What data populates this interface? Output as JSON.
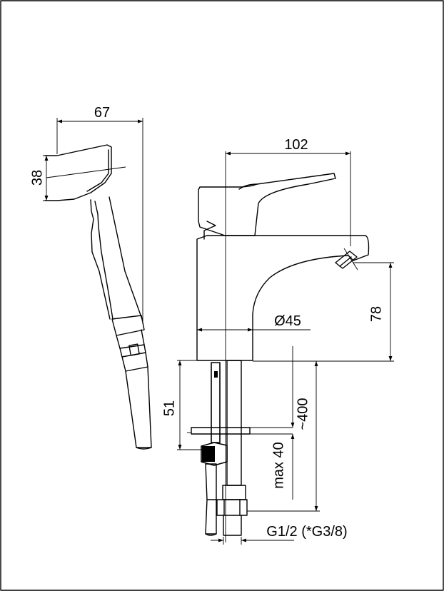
{
  "dimensions": {
    "handshower_length": "67",
    "handshower_height": "38",
    "spout_reach": "102",
    "body_diameter": "Ø45",
    "spout_height": "78",
    "shank_length": "51",
    "hose_length": "~400",
    "max_deck": "max 40",
    "connection": "G1/2 (*G3/8)"
  },
  "colors": {
    "line": "#000000",
    "background": "#ffffff"
  }
}
